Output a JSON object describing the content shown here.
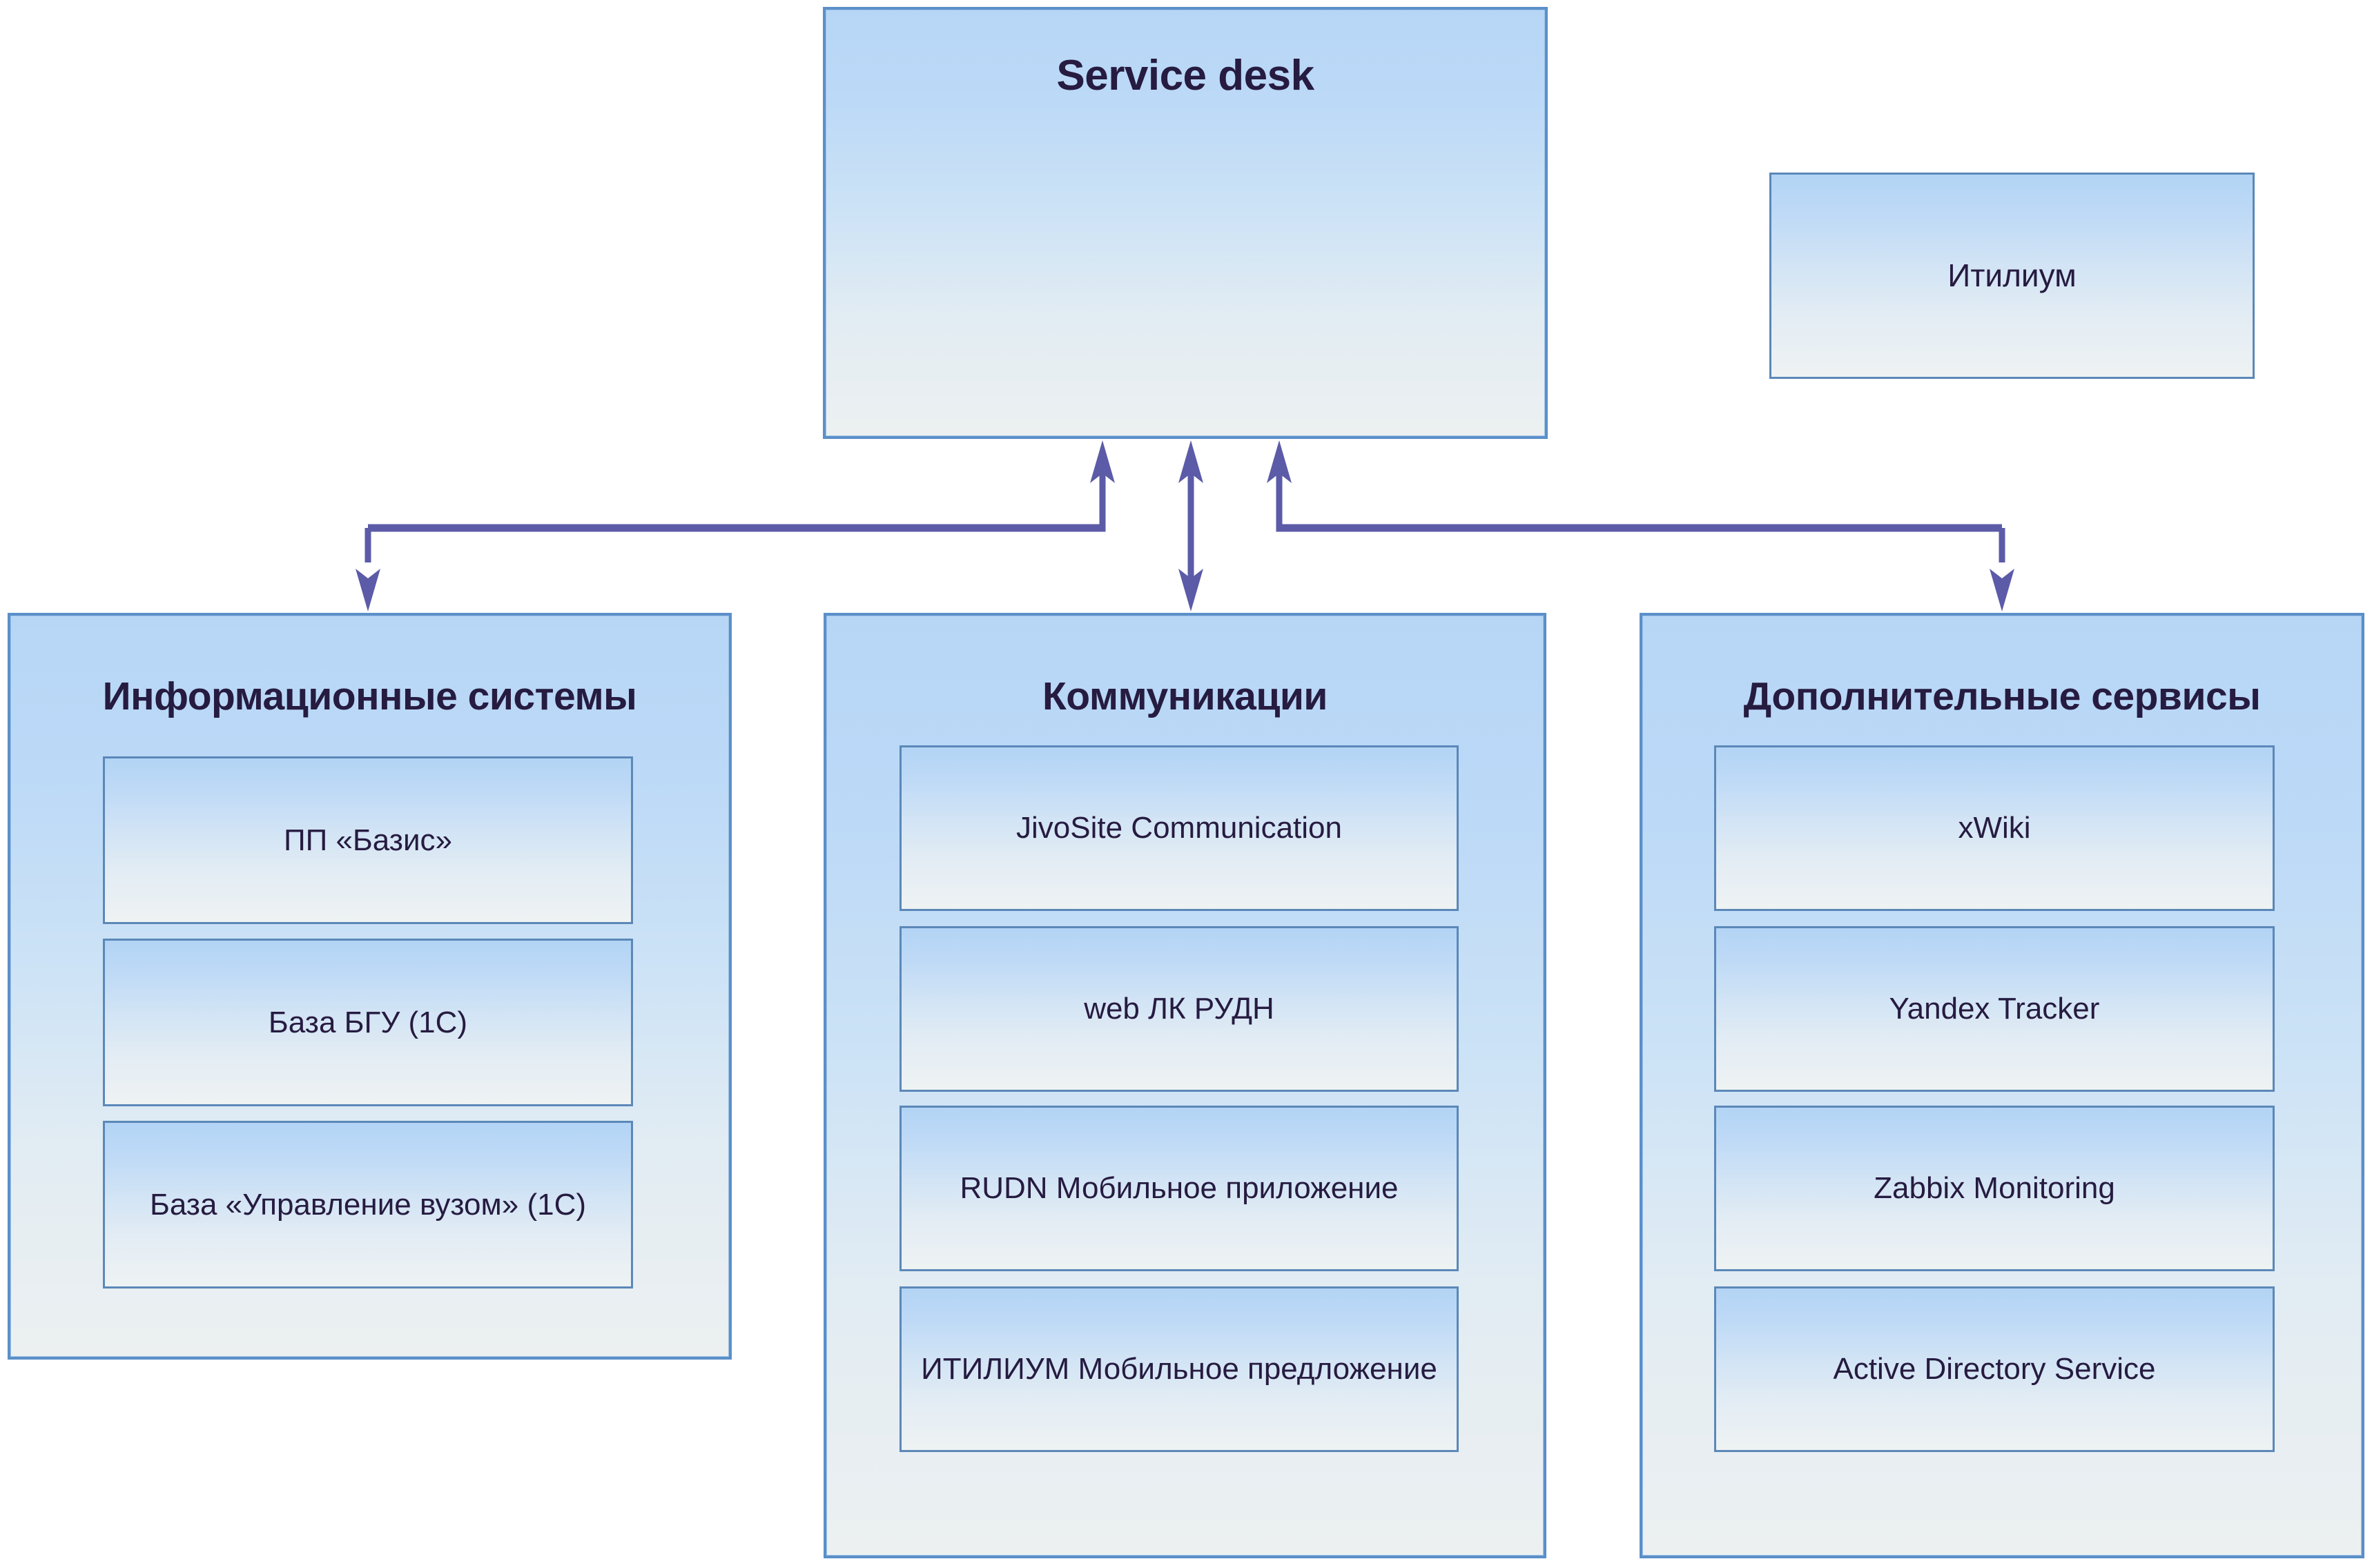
{
  "diagram": {
    "type": "hierarchy-block-diagram",
    "colors": {
      "box_border": "#5b8fc9",
      "item_border": "#5b88b8",
      "box_fill_top": "#b7d6f6",
      "box_fill_bottom": "#ecf0f1",
      "text": "#261b40",
      "connector": "#5b5ba8",
      "background": "#ffffff"
    },
    "root": {
      "title": "Service desk",
      "items": [
        {
          "label": "Итилиум"
        }
      ]
    },
    "columns": [
      {
        "title": "Информационные системы",
        "items": [
          {
            "label": "ПП «Базис»"
          },
          {
            "label": "База БГУ (1С)"
          },
          {
            "label": "База «Управление вузом» (1С)"
          }
        ]
      },
      {
        "title": "Коммуникации",
        "items": [
          {
            "label": "JivoSite Communication"
          },
          {
            "label": "web ЛК РУДН"
          },
          {
            "label": "RUDN Мобильное приложение"
          },
          {
            "label": "ИТИЛИУМ Мобильное предложение"
          }
        ]
      },
      {
        "title": "Дополнительные сервисы",
        "items": [
          {
            "label": "xWiki"
          },
          {
            "label": "Yandex Tracker"
          },
          {
            "label": "Zabbix Monitoring"
          },
          {
            "label": "Active Directory Service"
          }
        ]
      }
    ],
    "connectors": [
      {
        "name": "information-systems-link",
        "from": "Информационные системы",
        "to": "Service desk",
        "direction": "bidirectional"
      },
      {
        "name": "communications-link",
        "from": "Коммуникации",
        "to": "Service desk",
        "direction": "bidirectional"
      },
      {
        "name": "additional-services-link",
        "from": "Дополнительные сервисы",
        "to": "Service desk",
        "direction": "bidirectional"
      }
    ]
  }
}
